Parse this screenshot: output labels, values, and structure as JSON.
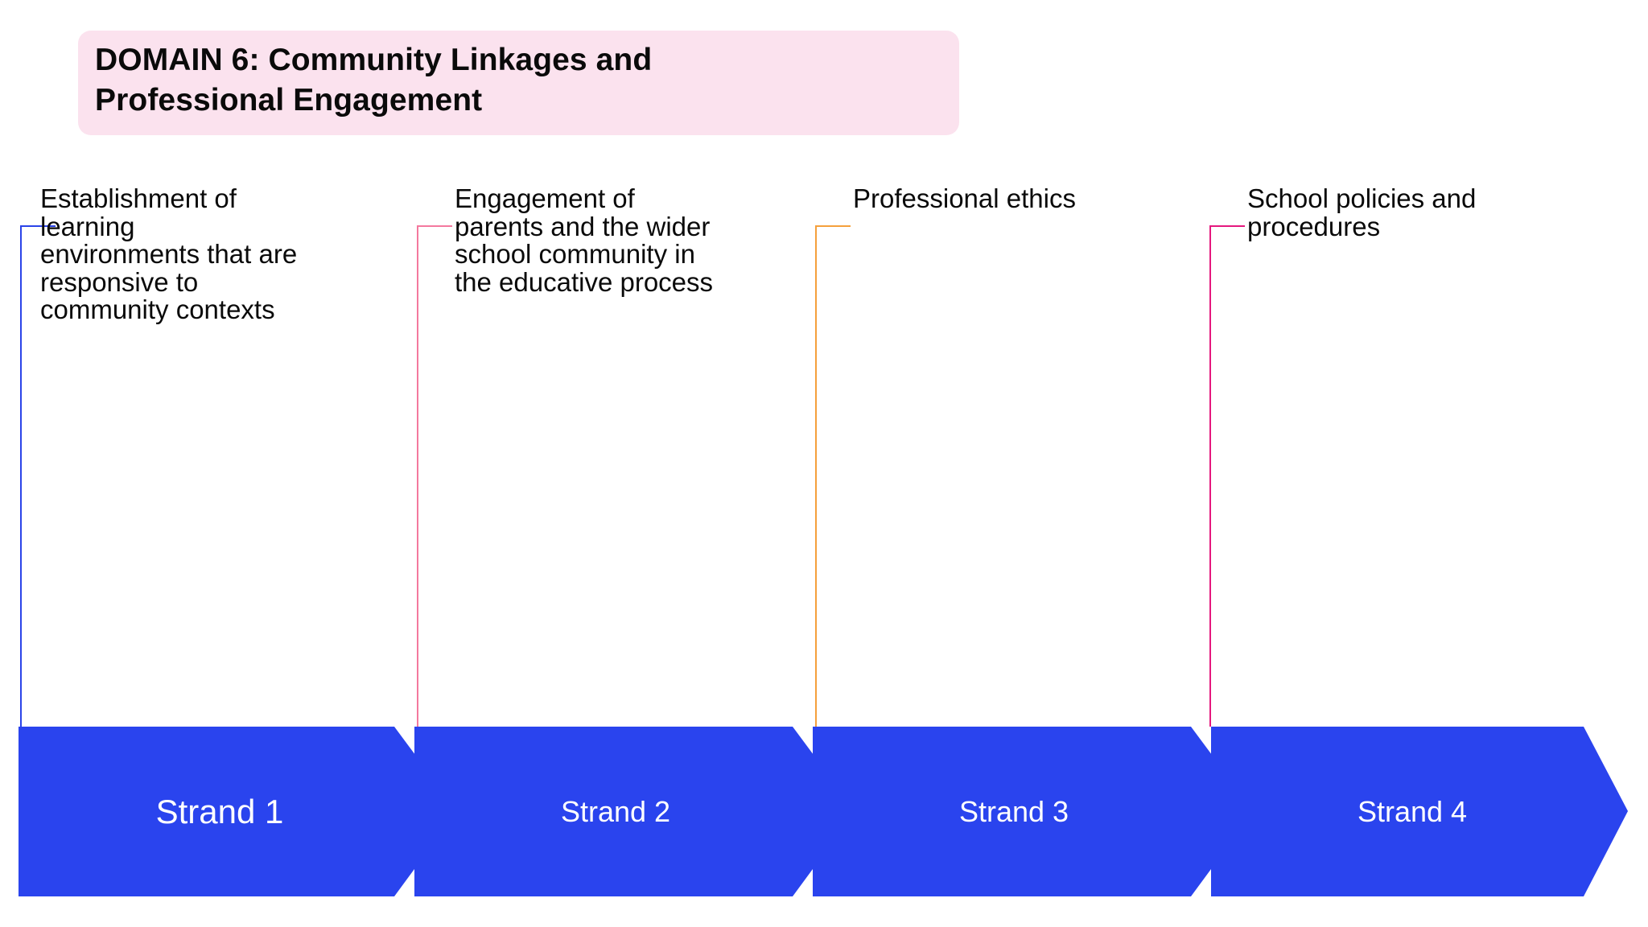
{
  "slide": {
    "background_color": "#ffffff",
    "title": {
      "text": "DOMAIN 6: Community Linkages and\nProfessional Engagement",
      "background_color": "#FBE2EE",
      "text_color": "#0a0a0a"
    },
    "band": {
      "fill_color": "#2A44EE",
      "label_color": "#ffffff"
    },
    "strands": [
      {
        "label": "Strand 1",
        "description": "Establishment of\nlearning\nenvironments that are\nresponsive to\ncommunity contexts",
        "connector_color": "#2B44E8"
      },
      {
        "label": "Strand 2",
        "description": "Engagement of\nparents and the wider\nschool community in\nthe educative process",
        "connector_color": "#F4799E"
      },
      {
        "label": "Strand 3",
        "description": "Professional ethics",
        "connector_color": "#F5A03C"
      },
      {
        "label": "Strand 4",
        "description": "School policies and\nprocedures",
        "connector_color": "#E5187E"
      }
    ]
  }
}
